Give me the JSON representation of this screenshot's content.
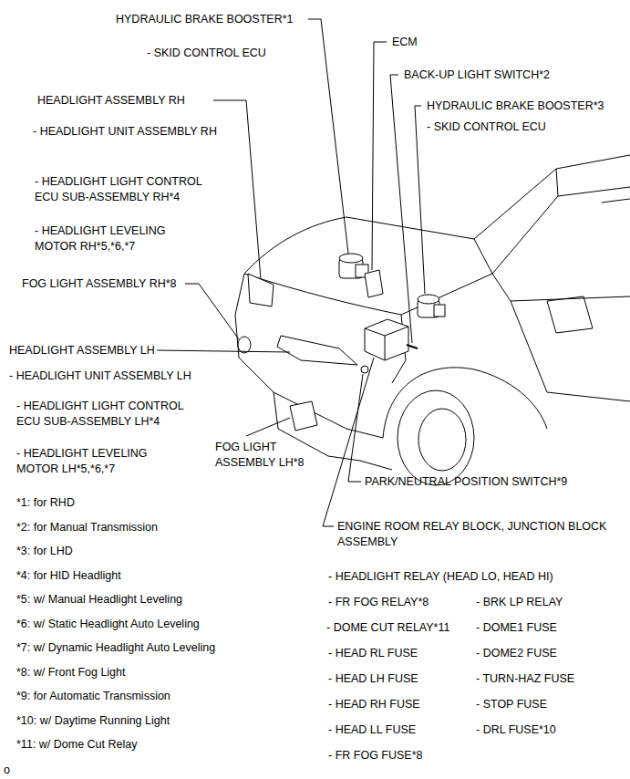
{
  "diagram": {
    "labels": [
      "HYDRAULIC BRAKE BOOSTER*1",
      "- SKID CONTROL ECU",
      "ECM",
      "BACK-UP LIGHT SWITCH*2",
      "HYDRAULIC BRAKE BOOSTER*3",
      "- SKID CONTROL ECU",
      "HEADLIGHT ASSEMBLY RH",
      "- HEADLIGHT UNIT ASSEMBLY RH",
      "- HEADLIGHT LIGHT CONTROL ECU SUB-ASSEMBLY RH*4",
      "- HEADLIGHT LEVELING MOTOR RH*5,*6,*7",
      "FOG LIGHT ASSEMBLY RH*8",
      "HEADLIGHT ASSEMBLY LH",
      "- HEADLIGHT UNIT ASSEMBLY LH",
      "- HEADLIGHT LIGHT CONTROL ECU SUB-ASSEMBLY LH*4",
      "- HEADLIGHT LEVELING MOTOR LH*5,*6,*7",
      "FOG LIGHT ASSEMBLY LH*8",
      "PARK/NEUTRAL POSITION SWITCH*9",
      "ENGINE ROOM RELAY BLOCK, JUNCTION BLOCK ASSEMBLY",
      "- HEADLIGHT RELAY (HEAD LO, HEAD HI)",
      "- FR FOG RELAY*8",
      "- BRK LP RELAY",
      "- DOME CUT RELAY*11",
      "- DOME1 FUSE",
      "- HEAD RL FUSE",
      "- DOME2 FUSE",
      "- HEAD LH FUSE",
      "- TURN-HAZ FUSE",
      "- HEAD RH FUSE",
      "- STOP FUSE",
      "- HEAD LL FUSE",
      "- DRL FUSE*10",
      "- FR FOG FUSE*8",
      "*1: for RHD",
      "*2: for Manual Transmission",
      "*3: for LHD",
      "*4: for HID Headlight",
      "*5: w/ Manual Headlight Leveling",
      "*6: w/ Static Headlight Auto Leveling",
      "*7: w/ Dynamic Headlight Auto Leveling",
      "*8: w/ Front Fog Light",
      "*9: for Automatic Transmission",
      "*10: w/ Daytime Running Light",
      "*11: w/ Dome Cut Relay",
      "o"
    ]
  }
}
